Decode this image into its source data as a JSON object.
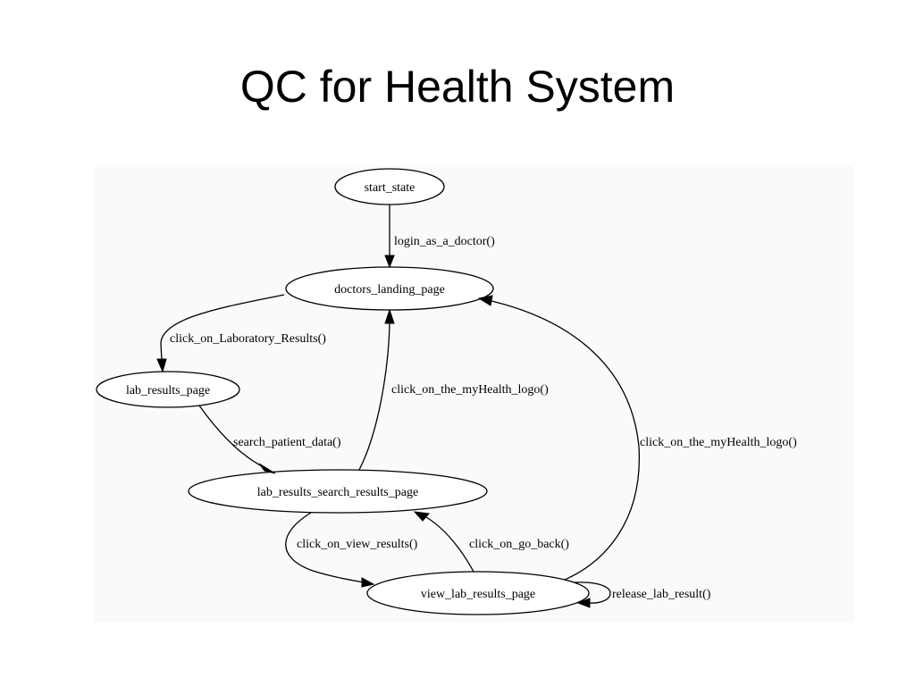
{
  "slide": {
    "title": "QC for Health System"
  },
  "diagram": {
    "nodes": {
      "start_state": "start_state",
      "doctors_landing_page": "doctors_landing_page",
      "lab_results_page": "lab_results_page",
      "lab_results_search_results_page": "lab_results_search_results_page",
      "view_lab_results_page": "view_lab_results_page"
    },
    "edges": {
      "login": "login_as_a_doctor()",
      "click_lab_results": "click_on_Laboratory_Results()",
      "search_patient": "search_patient_data()",
      "logo_from_search": "click_on_the_myHealth_logo()",
      "logo_from_view": "click_on_the_myHealth_logo()",
      "view_results": "click_on_view_results()",
      "go_back": "click_on_go_back()",
      "release": "release_lab_result()"
    },
    "colors": {
      "stroke": "#000000",
      "panel_background": "#fafafa"
    }
  }
}
